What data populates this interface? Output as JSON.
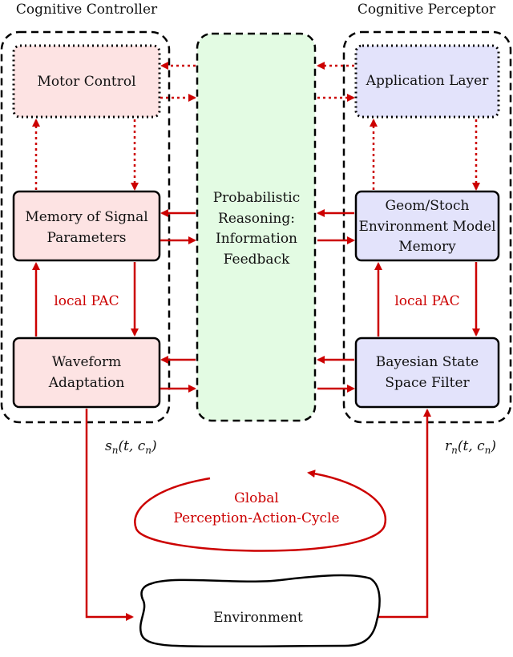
{
  "headers": {
    "controller": "Cognitive Controller",
    "perceptor": "Cognitive Perceptor"
  },
  "controller": {
    "motor_control": "Motor Control",
    "memory_line1": "Memory of Signal",
    "memory_line2": "Parameters",
    "waveform_line1": "Waveform",
    "waveform_line2": "Adaptation",
    "local_pac": "local PAC"
  },
  "center": {
    "line1": "Probabilistic",
    "line2": "Reasoning:",
    "line3": "Information",
    "line4": "Feedback"
  },
  "perceptor": {
    "application_layer": "Application Layer",
    "env_model_line1": "Geom/Stoch",
    "env_model_line2": "Environment Model",
    "env_model_line3": "Memory",
    "bayes_line1": "Bayesian State",
    "bayes_line2": "Space Filter",
    "local_pac": "local PAC"
  },
  "signals": {
    "transmit": "s",
    "transmit_sub": "n",
    "transmit_args": "(t, c",
    "transmit_args_sub": "n",
    "transmit_close": ")",
    "receive": "r",
    "receive_sub": "n",
    "receive_args": "(t, c",
    "receive_args_sub": "n",
    "receive_close": ")"
  },
  "global_cycle": {
    "line1": "Global",
    "line2": "Perception-Action-Cycle"
  },
  "environment": "Environment",
  "colors": {
    "arrow": "#cc0000",
    "controller_fill": "#fde3e3",
    "perceptor_fill": "#e3e3fb",
    "center_fill": "#e3fbe3",
    "border": "#000000"
  }
}
